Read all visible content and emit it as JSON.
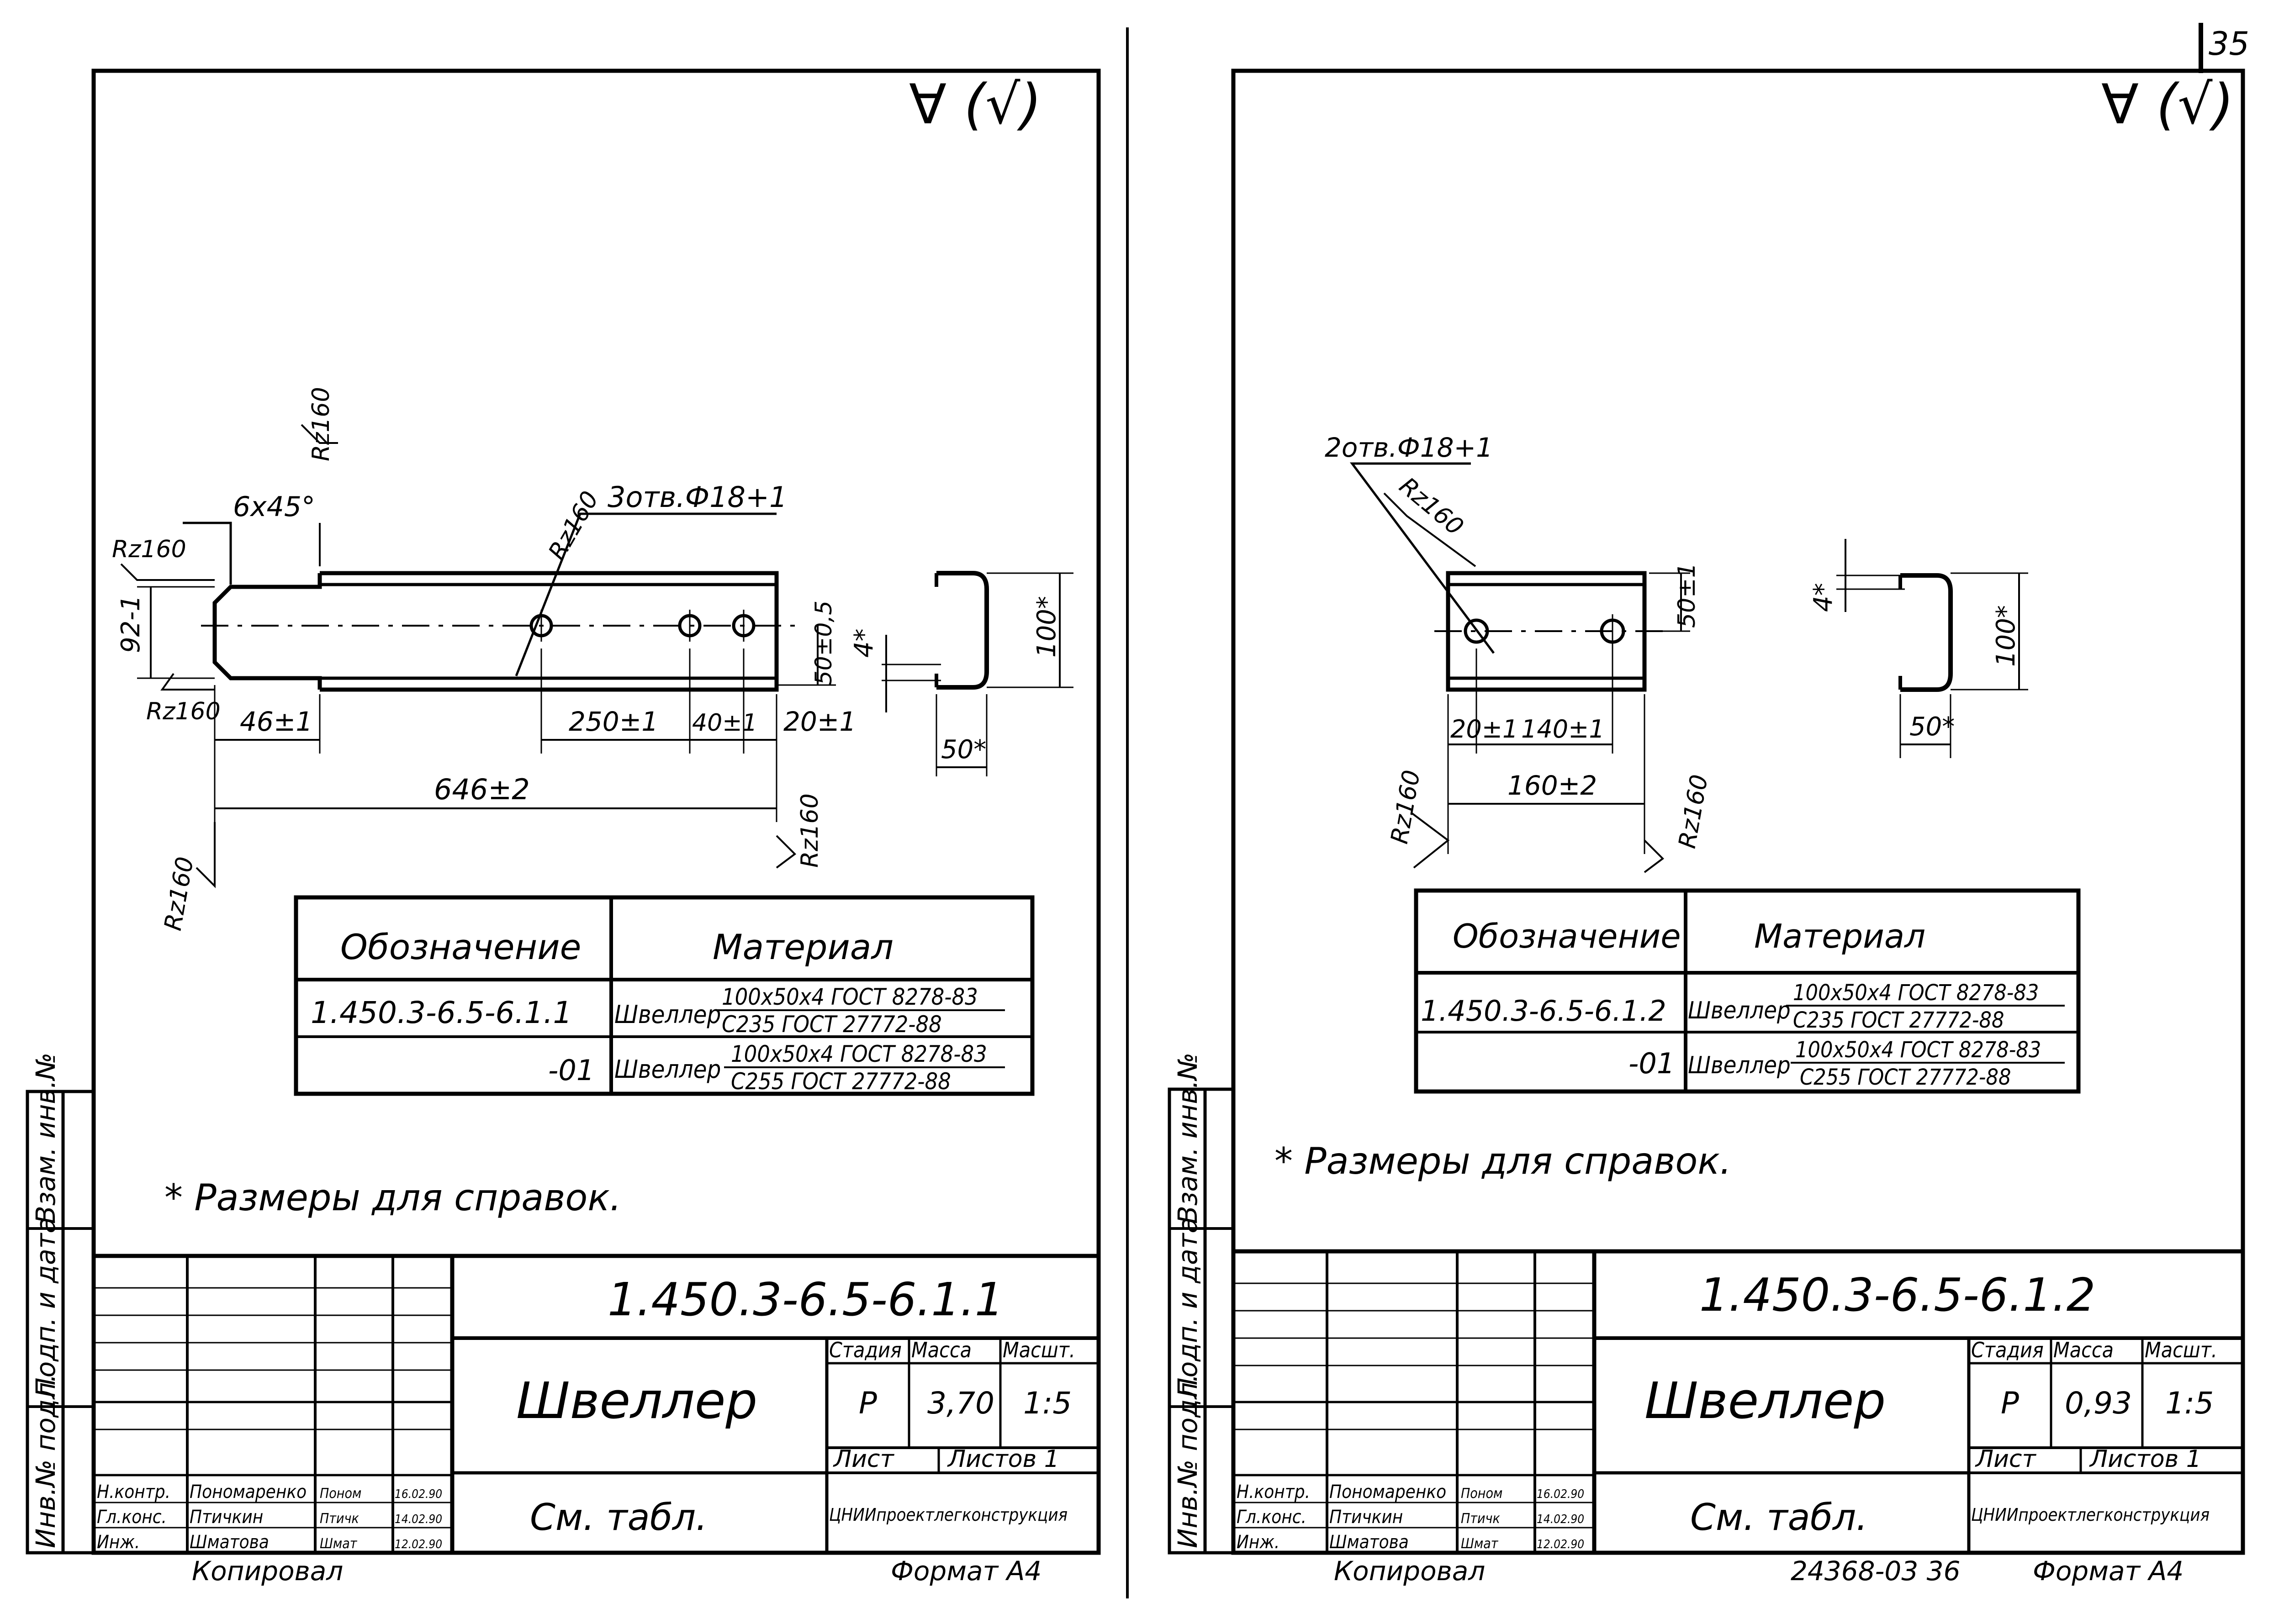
{
  "page_number": "35",
  "surface_marks": [
    "∀ (√)",
    "∀ (√)"
  ],
  "sheets": [
    {
      "designation": "1.450.3-6.5-6.1.1",
      "title": "Швеллер",
      "material_note": "См. табл.",
      "stage_header": "Стадия",
      "mass_header": "Масса",
      "scale_header": "Масшт.",
      "stage": "Р",
      "mass": "3,70",
      "scale": "1:5",
      "sheet_label": "Лист",
      "sheets_label": "Листов 1",
      "organization": "ЦНИИпроектлегконструкция",
      "roles": [
        "Н.контр.",
        "Гл.конс.",
        "Инж."
      ],
      "names": [
        "Пономаренко",
        "Птичкин",
        "Шматова"
      ],
      "signatures": [
        "Поном",
        "Птичк",
        "Шмат"
      ],
      "dates": [
        "16.02.90",
        "14.02.90",
        "12.02.90"
      ],
      "copied": "Копировал",
      "format": "Формат А4",
      "side_labels": [
        "Инв.№ подл.",
        "Подп. и дата",
        "Взам. инв.№"
      ],
      "note": "* Размеры для справок.",
      "table": {
        "headers": [
          "Обозначение",
          "Материал"
        ],
        "rows": [
          {
            "code": "1.450.3-6.5-6.1.1",
            "word": "Швеллер",
            "top": "100x50x4 ГОСТ 8278-83",
            "bottom": "С235 ГОСТ 27772-88"
          },
          {
            "code": "-01",
            "word": "Швеллер",
            "top": "100x50x4 ГОСТ 8278-83",
            "bottom": "С255 ГОСТ 27772-88"
          }
        ]
      },
      "dims": {
        "chamfer": "6x45°",
        "holes": "3отв.Ф18+1",
        "height": "92-1",
        "d1": "46±1",
        "d2": "250±1",
        "d3": "40±1",
        "d4": "20±1",
        "length": "646±2",
        "hole_line": "50±0,5",
        "flange": "4*",
        "web": "100*",
        "leg": "50*",
        "rough": "Rz160"
      }
    },
    {
      "designation": "1.450.3-6.5-6.1.2",
      "title": "Швеллер",
      "material_note": "См. табл.",
      "stage_header": "Стадия",
      "mass_header": "Масса",
      "scale_header": "Масшт.",
      "stage": "Р",
      "mass": "0,93",
      "scale": "1:5",
      "sheet_label": "Лист",
      "sheets_label": "Листов 1",
      "organization": "ЦНИИпроектлегконструкция",
      "roles": [
        "Н.контр.",
        "Гл.конс.",
        "Инж."
      ],
      "names": [
        "Пономаренко",
        "Птичкин",
        "Шматова"
      ],
      "signatures": [
        "Поном",
        "Птичк",
        "Шмат"
      ],
      "dates": [
        "16.02.90",
        "14.02.90",
        "12.02.90"
      ],
      "copied": "Копировал",
      "format": "Формат А4",
      "extra": "24368-03  36",
      "side_labels": [
        "Инв.№ подл.",
        "Подп. и дата",
        "Взам. инв.№"
      ],
      "note": "* Размеры для справок.",
      "table": {
        "headers": [
          "Обозначение",
          "Материал"
        ],
        "rows": [
          {
            "code": "1.450.3-6.5-6.1.2",
            "word": "Швеллер",
            "top": "100x50x4 ГОСТ 8278-83",
            "bottom": "С235 ГОСТ 27772-88"
          },
          {
            "code": "-01",
            "word": "Швеллер",
            "top": "100x50x4 ГОСТ 8278-83",
            "bottom": "С255 ГОСТ 27772-88"
          }
        ]
      },
      "dims": {
        "holes": "2отв.Ф18+1",
        "d1": "20±1",
        "d2": "140±1",
        "length": "160±2",
        "hole_line": "50±1",
        "flange": "4*",
        "web": "100*",
        "leg": "50*",
        "rough": "Rz160"
      }
    }
  ]
}
